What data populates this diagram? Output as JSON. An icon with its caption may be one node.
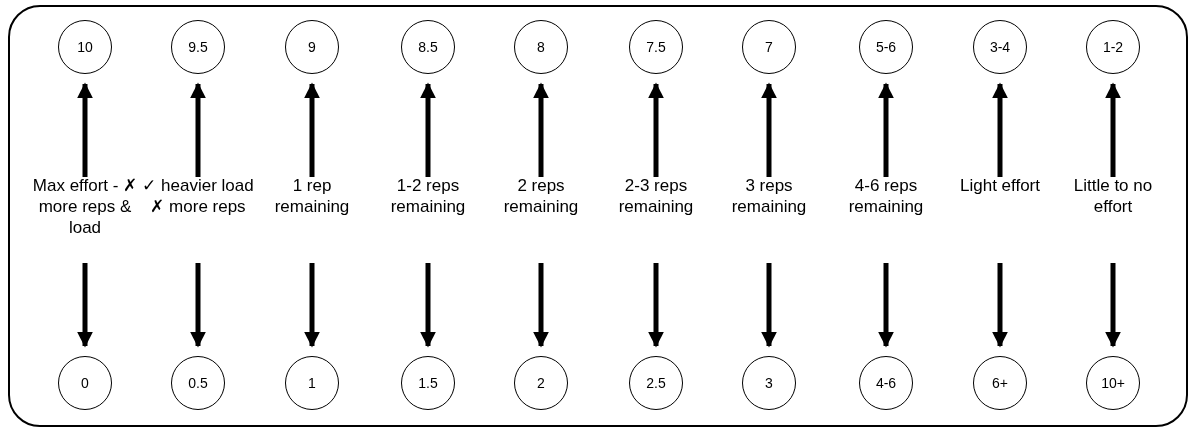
{
  "diagram": {
    "nodes": [
      {
        "text": [
          "10"
        ]
      },
      {
        "text": [
          "9.5"
        ]
      },
      {
        "text": [
          "9"
        ]
      },
      {
        "text": [
          "8.5"
        ]
      },
      {
        "text": [
          "8"
        ]
      },
      {
        "text": [
          "7.5"
        ]
      },
      {
        "text": [
          "7"
        ]
      },
      {
        "text": [
          "5-6"
        ]
      },
      {
        "text": [
          "3-4"
        ]
      },
      {
        "text": [
          "1-2"
        ]
      },
      {
        "text": [
          "Max effort - ✗ more reps & load"
        ]
      },
      {
        "text": [
          "✓ heavier load ✗ more reps"
        ]
      },
      {
        "text": [
          "1 rep remaining"
        ]
      },
      {
        "text": [
          "1-2 reps remaining"
        ]
      },
      {
        "text": [
          "2 reps remaining"
        ]
      },
      {
        "text": [
          "2-3 reps remaining"
        ]
      },
      {
        "text": [
          "3 reps remaining"
        ]
      },
      {
        "text": [
          "4-6 reps remaining"
        ]
      },
      {
        "text": [
          "Light effort"
        ]
      },
      {
        "text": [
          "Little to no effort"
        ]
      },
      {
        "text": [
          "0"
        ]
      },
      {
        "text": [
          "0.5"
        ]
      },
      {
        "text": [
          "1"
        ]
      },
      {
        "text": [
          "1.5"
        ]
      },
      {
        "text": [
          "2"
        ]
      },
      {
        "text": [
          "2.5"
        ]
      },
      {
        "text": [
          "3"
        ]
      },
      {
        "text": [
          "4-6"
        ]
      },
      {
        "text": [
          "6+"
        ]
      },
      {
        "text": [
          "10+"
        ]
      }
    ],
    "edges": [
      {
        "from": 10,
        "to": 0,
        "arrow": "to"
      },
      {
        "from": 10,
        "to": 20,
        "arrow": "to"
      },
      {
        "from": 11,
        "to": 1,
        "arrow": "to"
      },
      {
        "from": 11,
        "to": 21,
        "arrow": "to"
      },
      {
        "from": 12,
        "to": 2,
        "arrow": "to"
      },
      {
        "from": 12,
        "to": 22,
        "arrow": "to"
      },
      {
        "from": 13,
        "to": 3,
        "arrow": "to"
      },
      {
        "from": 13,
        "to": 23,
        "arrow": "to"
      },
      {
        "from": 14,
        "to": 4,
        "arrow": "to"
      },
      {
        "from": 14,
        "to": 24,
        "arrow": "to"
      },
      {
        "from": 15,
        "to": 5,
        "arrow": "to"
      },
      {
        "from": 15,
        "to": 25,
        "arrow": "to"
      },
      {
        "from": 16,
        "to": 6,
        "arrow": "to"
      },
      {
        "from": 16,
        "to": 26,
        "arrow": "to"
      },
      {
        "from": 17,
        "to": 7,
        "arrow": "to"
      },
      {
        "from": 17,
        "to": 27,
        "arrow": "to"
      },
      {
        "from": 18,
        "to": 8,
        "arrow": "to"
      },
      {
        "from": 18,
        "to": 28,
        "arrow": "to"
      },
      {
        "from": 19,
        "to": 9,
        "arrow": "to"
      },
      {
        "from": 19,
        "to": 29,
        "arrow": "to"
      }
    ]
  }
}
